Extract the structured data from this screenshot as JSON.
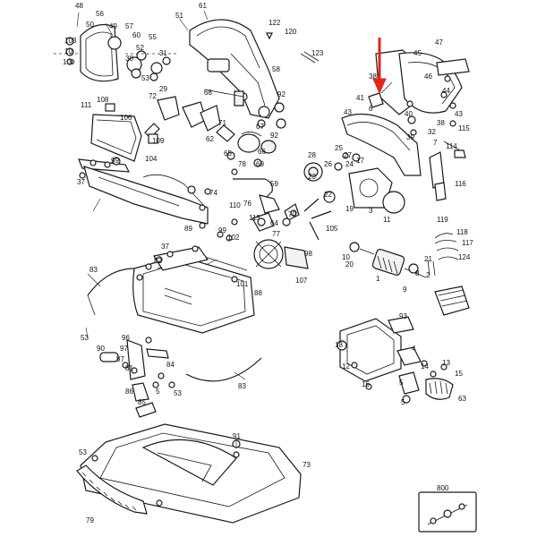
{
  "callouts": {
    "n48": "48",
    "n56": "56",
    "n50": "50",
    "n49": "49",
    "n57": "57",
    "n60": "60",
    "n103": "103",
    "n10": "10",
    "n100": "100",
    "n55": "55",
    "n52": "52",
    "n30": "30",
    "n31": "31",
    "n53": "53",
    "n29": "29",
    "n61": "61",
    "n51": "51",
    "n122": "122",
    "n120": "120",
    "n123": "123",
    "n58": "58",
    "n47": "47",
    "n45": "45",
    "n46": "46",
    "n38": "38",
    "n41": "41",
    "n6": "6",
    "n44": "44",
    "n43": "43",
    "n40": "40",
    "n39": "39",
    "n32": "32",
    "n7": "7",
    "n114": "114",
    "n115": "115",
    "n111": "111",
    "n108": "108",
    "n106": "106",
    "n109": "109",
    "n72": "72",
    "n68": "68",
    "n71": "71",
    "n92": "92",
    "n62": "62",
    "n67": "67",
    "n66": "66",
    "n69": "69",
    "n104": "104",
    "n99": "99",
    "n78": "78",
    "n65": "65",
    "n37": "37",
    "n74": "74",
    "n89": "89",
    "n59": "59",
    "n76": "76",
    "n110": "110",
    "n113": "113",
    "n70": "70",
    "n64": "64",
    "n77": "77",
    "n102": "102",
    "n105": "105",
    "n98": "98",
    "n107": "107",
    "n28": "28",
    "n26": "26",
    "n23": "23",
    "n27": "27",
    "n25": "25",
    "n17": "17",
    "n24": "24",
    "n22": "22",
    "n19": "19",
    "n3": "3",
    "n11": "11",
    "n116": "116",
    "n119": "119",
    "n118": "118",
    "n117": "117",
    "n124": "124",
    "n21": "21",
    "n20": "20",
    "n1": "1",
    "n9": "9",
    "n8": "8",
    "n2": "2",
    "n82": "82",
    "n83": "83",
    "n88": "88",
    "n101": "101",
    "n93": "93",
    "n18": "18",
    "n12": "12",
    "n4": "4",
    "n14": "14",
    "n13": "13",
    "n15": "15",
    "n16": "16",
    "n63": "63",
    "n90": "90",
    "n96": "96",
    "n97": "97",
    "n87": "87",
    "n81": "81",
    "n84": "84",
    "n86": "86",
    "n85": "85",
    "n5": "5",
    "n91": "91",
    "n73": "73",
    "n79": "79",
    "n800": "800"
  },
  "colors": {
    "line": "#1a1a1a",
    "highlight_arrow": "#e0261b",
    "background": "#ffffff"
  }
}
